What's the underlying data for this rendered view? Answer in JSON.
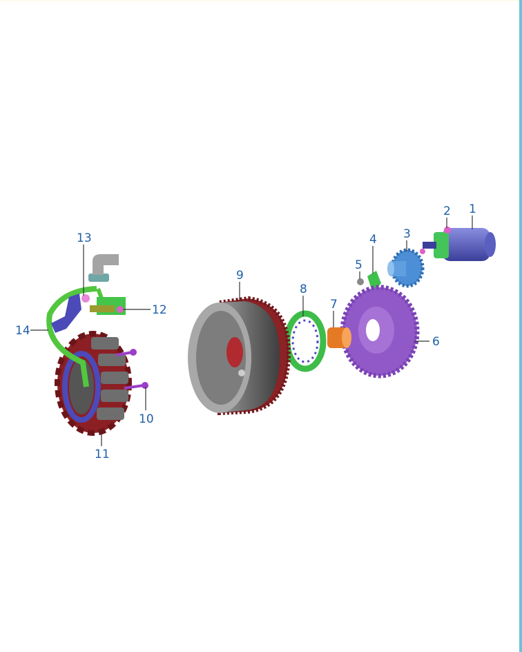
{
  "diagram": {
    "type": "exploded-parts-view",
    "callouts": [
      "1",
      "2",
      "3",
      "4",
      "5",
      "6",
      "7",
      "8",
      "9",
      "10",
      "11",
      "12",
      "13",
      "14"
    ]
  },
  "colors": {
    "label": "#1f5fa8",
    "border": "#6fc0d8"
  }
}
